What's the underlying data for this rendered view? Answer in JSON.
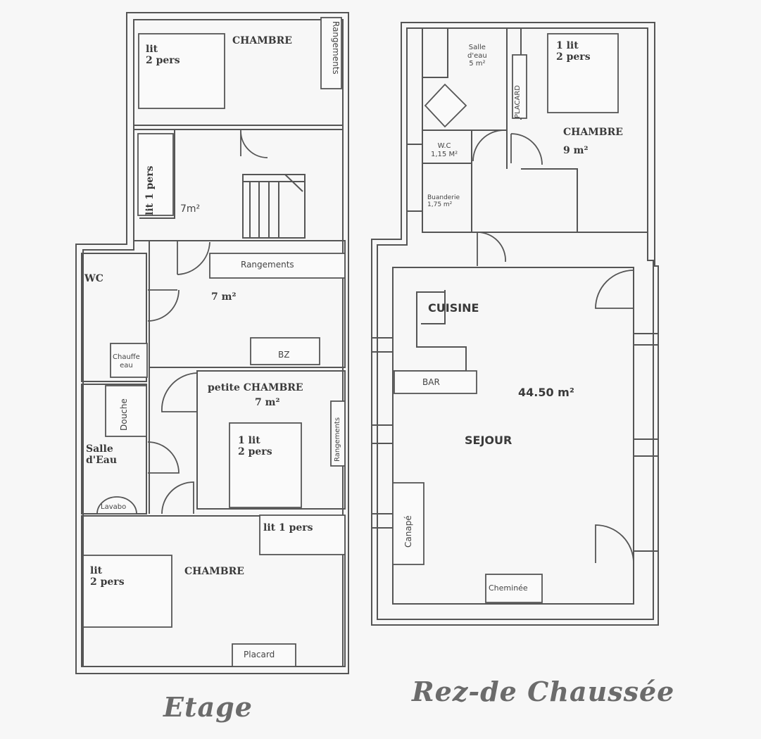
{
  "etage": {
    "title": "Etage",
    "chambre_top": {
      "name": "CHAMBRE",
      "bed": "lit\n2 pers",
      "storage": "Rangements"
    },
    "room_7m2": {
      "bed": "lit 1 pers",
      "area": "7m²"
    },
    "hall": {
      "storage": "Rangements",
      "area": "7 m²",
      "bz": "BZ"
    },
    "wc": {
      "name": "WC",
      "heater": "Chauffe\neau"
    },
    "salle_eau": {
      "name": "Salle\nd'Eau",
      "shower": "Douche",
      "basin": "Lavabo"
    },
    "petite_chambre": {
      "name": "petite CHAMBRE",
      "area": "7 m²",
      "bed": "1 lit\n2 pers",
      "storage": "Rangements"
    },
    "chambre_bottom": {
      "name": "CHAMBRE",
      "bed": "lit\n2 pers",
      "bed_single": "lit 1 pers",
      "closet": "Placard"
    }
  },
  "rdc": {
    "title": "Rez-de Chaussée",
    "salle_eau": {
      "name": "Salle\nd'eau\n5 m²"
    },
    "placard": "PLACARD",
    "chambre": {
      "name": "CHAMBRE",
      "area": "9 m²",
      "bed": "1 lit\n2 pers"
    },
    "wc": {
      "name": "W.C\n1,15 M²"
    },
    "buanderie": {
      "name": "Buanderie\n1,75 m²"
    },
    "cuisine": "CUISINE",
    "bar": "BAR",
    "sejour": {
      "name": "SEJOUR",
      "area": "44.50 m²"
    },
    "canape": "Canapé",
    "cheminee": "Cheminée"
  }
}
